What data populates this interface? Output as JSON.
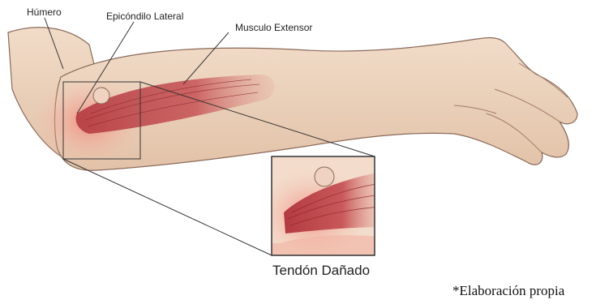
{
  "labels": {
    "humerus": "Húmero",
    "lateral_epicondyle": "Epicóndilo Lateral",
    "extensor_muscle": "Musculo Extensor"
  },
  "inset_caption": "Tendón Dañado",
  "credit": "*Elaboración propia",
  "colors": {
    "skin": "#ecd3bd",
    "skin_shadow": "#d9b49a",
    "muscle": "#c8585a",
    "muscle_dark": "#9d2e35",
    "inflammation": "#f4a394",
    "outline": "#6b4a3c",
    "leader_line": "#333333"
  }
}
